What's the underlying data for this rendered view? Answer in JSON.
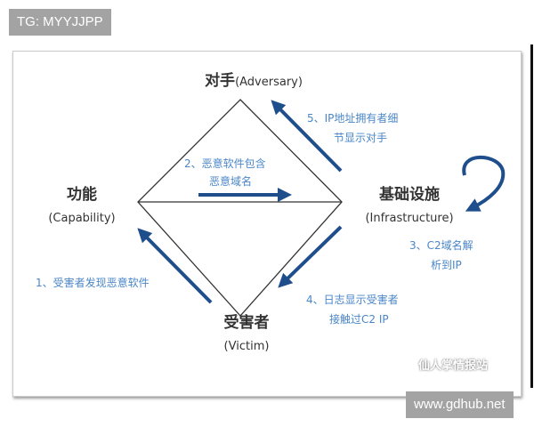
{
  "tags": {
    "top_left": "TG: MYYJJPP",
    "bottom_right": "www.gdhub.net"
  },
  "diagram": {
    "nodes": {
      "adversary": {
        "cn": "对手",
        "en": "(Adversary)"
      },
      "capability": {
        "cn": "功能",
        "en": "(Capability)"
      },
      "infrastructure": {
        "cn": "基础设施",
        "en": "(Infrastructure)"
      },
      "victim": {
        "cn": "受害者",
        "en": "(Victim)"
      }
    },
    "steps": {
      "s1": [
        "1、受害者发现恶意软件"
      ],
      "s2": [
        "2、恶意软件包含",
        "恶意域名"
      ],
      "s3": [
        "3、C2域名解",
        "析到IP"
      ],
      "s4": [
        "4、日志显示受害者",
        "接触过C2 IP"
      ],
      "s5": [
        "5、IP地址拥有者细",
        "节显示对手"
      ]
    },
    "watermark": "仙人掌情报站",
    "colors": {
      "arrow": "#1f4e8c",
      "label": "#4a86c8",
      "line": "#333333"
    }
  }
}
